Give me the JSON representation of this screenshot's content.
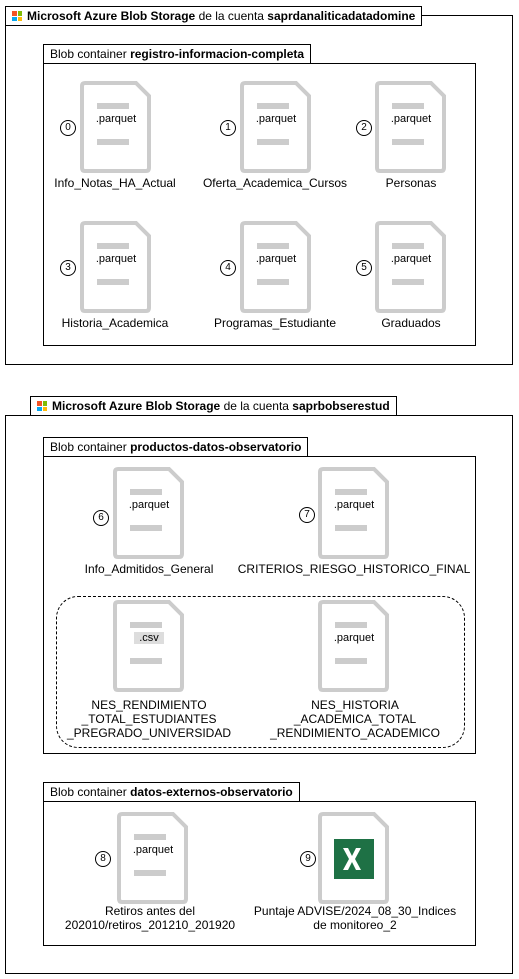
{
  "colors": {
    "ms_red": "#f35325",
    "ms_green": "#81bc06",
    "ms_blue": "#05a6f0",
    "ms_yellow": "#ffba08",
    "doc_gray": "#cccccc",
    "excel_green": "#1e7145"
  },
  "accounts": [
    {
      "name": "Microsoft Azure Blob Storage",
      "mid": " de la cuenta ",
      "account": "saprdanaliticadatadomine",
      "containers": [
        {
          "prefix": "Blob container ",
          "name": "registro-informacion-completa"
        }
      ]
    },
    {
      "name": "Microsoft Azure Blob Storage",
      "mid": " de la cuenta ",
      "account": "saprbobserestud",
      "containers": [
        {
          "prefix": "Blob container ",
          "name": "productos-datos-observatorio"
        },
        {
          "prefix": "Blob container ",
          "name": "datos-externos-observatorio"
        }
      ]
    }
  ],
  "files": [
    {
      "num": "0",
      "ext": ".parquet",
      "label": "Info_Notas_HA_Actual"
    },
    {
      "num": "1",
      "ext": ".parquet",
      "label": "Oferta_Academica_Cursos"
    },
    {
      "num": "2",
      "ext": ".parquet",
      "label": "Personas"
    },
    {
      "num": "3",
      "ext": ".parquet",
      "label": "Historia_Academica"
    },
    {
      "num": "4",
      "ext": ".parquet",
      "label": "Programas_Estudiante"
    },
    {
      "num": "5",
      "ext": ".parquet",
      "label": "Graduados"
    },
    {
      "num": "6",
      "ext": ".parquet",
      "label": "Info_Admitidos_General"
    },
    {
      "num": "7",
      "ext": ".parquet",
      "label": "CRITERIOS_RIESGO_HISTORICO_FINAL"
    },
    {
      "num": "",
      "ext": ".csv",
      "label": [
        "NES_RENDIMIENTO",
        "_TOTAL_ESTUDIANTES",
        "_PREGRADO_UNIVERSIDAD"
      ]
    },
    {
      "num": "",
      "ext": ".parquet",
      "label": [
        "NES_HISTORIA",
        "_ACADEMICA_TOTAL",
        "_RENDIMIENTO_ACADEMICO"
      ]
    },
    {
      "num": "8",
      "ext": ".parquet",
      "label": [
        "Retiros antes del",
        "202010/retiros_201210_201920"
      ]
    },
    {
      "num": "9",
      "ext": "",
      "icon": "excel-icon",
      "label": [
        "Puntaje ADVISE/2024_08_30_Indices",
        "de monitoreo_2"
      ]
    }
  ]
}
